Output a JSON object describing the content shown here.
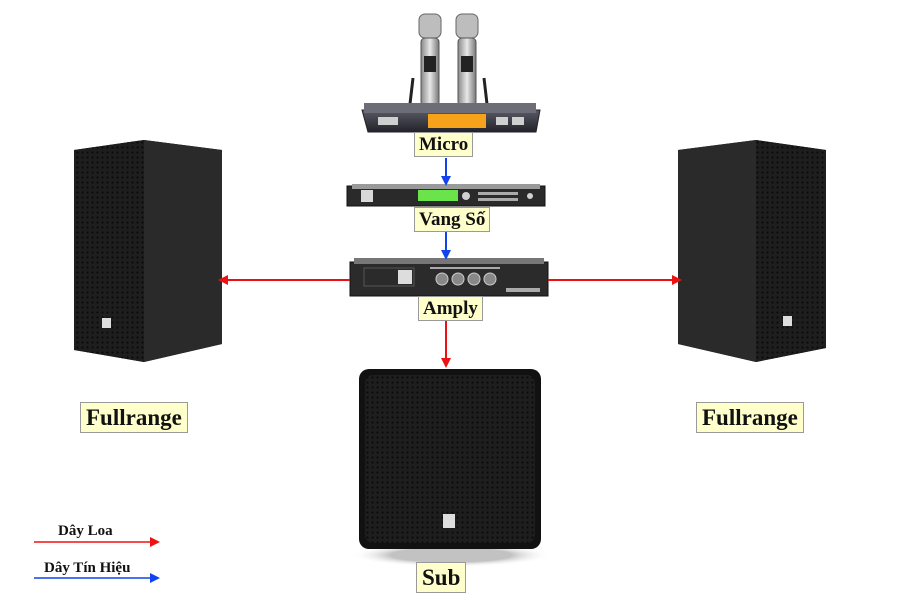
{
  "labels": {
    "micro": "Micro",
    "vang_so": "Vang Số",
    "amply": "Amply",
    "fullrange_left": "Fullrange",
    "fullrange_right": "Fullrange",
    "sub": "Sub"
  },
  "legend": {
    "speaker_wire": "Dây Loa",
    "signal_wire": "Dây Tín Hiệu"
  },
  "colors": {
    "speaker_wire": "#ee1111",
    "signal_wire": "#1144ee",
    "label_bg": "#ffffcc"
  },
  "icons": {
    "microphones": "wireless-microphone-pair-icon",
    "receiver": "microphone-receiver-icon",
    "processor": "digital-processor-icon",
    "amplifier": "power-amplifier-icon",
    "speaker": "fullrange-speaker-icon",
    "subwoofer": "subwoofer-icon"
  }
}
